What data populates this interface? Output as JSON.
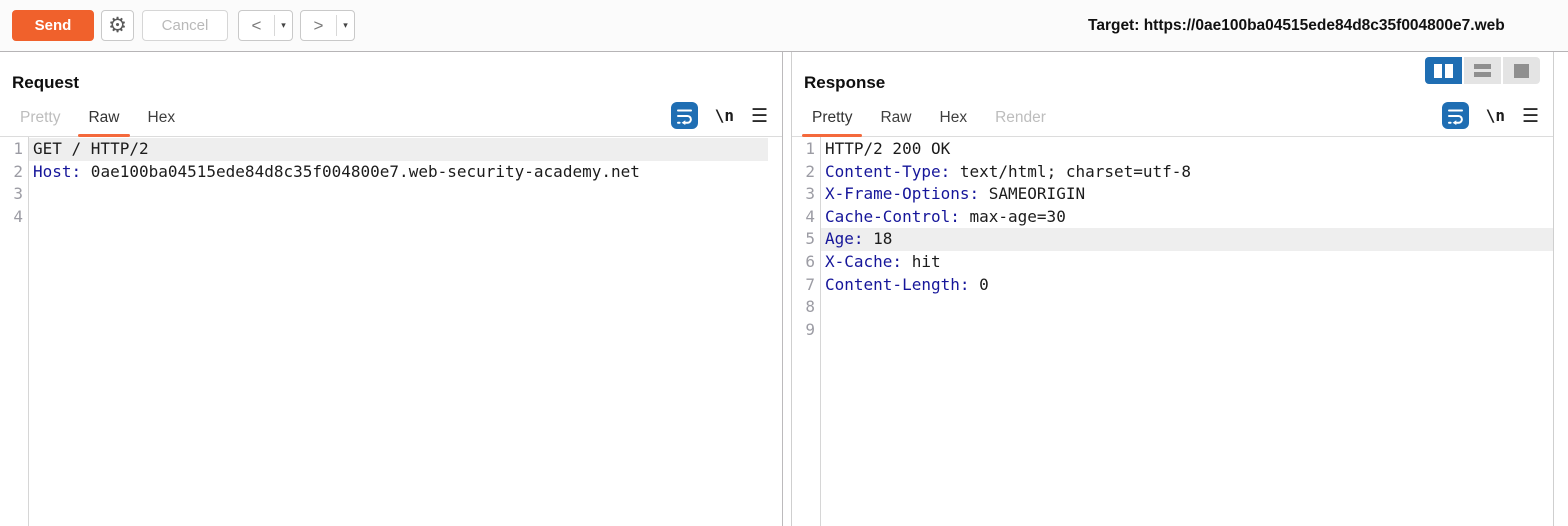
{
  "toolbar": {
    "send_label": "Send",
    "cancel_label": "Cancel",
    "back_glyph": "<",
    "forward_glyph": ">",
    "target_text": "Target: https://0ae100ba04515ede84d8c35f004800e7.web"
  },
  "glyphs": {
    "gear": "⚙",
    "dropdown": "▾",
    "newline": "\\n",
    "menu": "☰"
  },
  "colors": {
    "accent_orange": "#f0612c",
    "tab_underline": "#f4693c",
    "icon_blue": "#1f6eb3",
    "header_name_blue": "#16169a",
    "line_highlight": "#eeeeee"
  },
  "request": {
    "title": "Request",
    "tabs": [
      {
        "label": "Pretty",
        "state": "disabled"
      },
      {
        "label": "Raw",
        "state": "active"
      },
      {
        "label": "Hex",
        "state": "normal"
      }
    ],
    "lines": [
      {
        "n": 1,
        "hl": true,
        "parts": [
          {
            "t": "GET / HTTP/2",
            "c": "plain"
          }
        ]
      },
      {
        "n": 2,
        "hl": false,
        "parts": [
          {
            "t": "Host:",
            "c": "name"
          },
          {
            "t": " 0ae100ba04515ede84d8c35f004800e7.web-security-academy.net",
            "c": "plain"
          }
        ]
      },
      {
        "n": 3,
        "hl": false,
        "parts": []
      },
      {
        "n": 4,
        "hl": false,
        "parts": []
      }
    ]
  },
  "response": {
    "title": "Response",
    "tabs": [
      {
        "label": "Pretty",
        "state": "active"
      },
      {
        "label": "Raw",
        "state": "normal"
      },
      {
        "label": "Hex",
        "state": "normal"
      },
      {
        "label": "Render",
        "state": "disabled"
      }
    ],
    "layout_buttons": [
      "columns",
      "rows",
      "single"
    ],
    "layout_active": "columns",
    "lines": [
      {
        "n": 1,
        "hl": false,
        "parts": [
          {
            "t": "HTTP/2 200 OK",
            "c": "plain"
          }
        ]
      },
      {
        "n": 2,
        "hl": false,
        "parts": [
          {
            "t": "Content-Type:",
            "c": "name"
          },
          {
            "t": " text/html; charset=utf-8",
            "c": "plain"
          }
        ]
      },
      {
        "n": 3,
        "hl": false,
        "parts": [
          {
            "t": "X-Frame-Options:",
            "c": "name"
          },
          {
            "t": " SAMEORIGIN",
            "c": "plain"
          }
        ]
      },
      {
        "n": 4,
        "hl": false,
        "parts": [
          {
            "t": "Cache-Control:",
            "c": "name"
          },
          {
            "t": " max-age=30",
            "c": "plain"
          }
        ]
      },
      {
        "n": 5,
        "hl": true,
        "parts": [
          {
            "t": "Age:",
            "c": "name"
          },
          {
            "t": " 18",
            "c": "plain"
          }
        ]
      },
      {
        "n": 6,
        "hl": false,
        "parts": [
          {
            "t": "X-Cache:",
            "c": "name"
          },
          {
            "t": " hit",
            "c": "plain"
          }
        ]
      },
      {
        "n": 7,
        "hl": false,
        "parts": [
          {
            "t": "Content-Length:",
            "c": "name"
          },
          {
            "t": " 0",
            "c": "plain"
          }
        ]
      },
      {
        "n": 8,
        "hl": false,
        "parts": []
      },
      {
        "n": 9,
        "hl": false,
        "parts": []
      }
    ]
  }
}
